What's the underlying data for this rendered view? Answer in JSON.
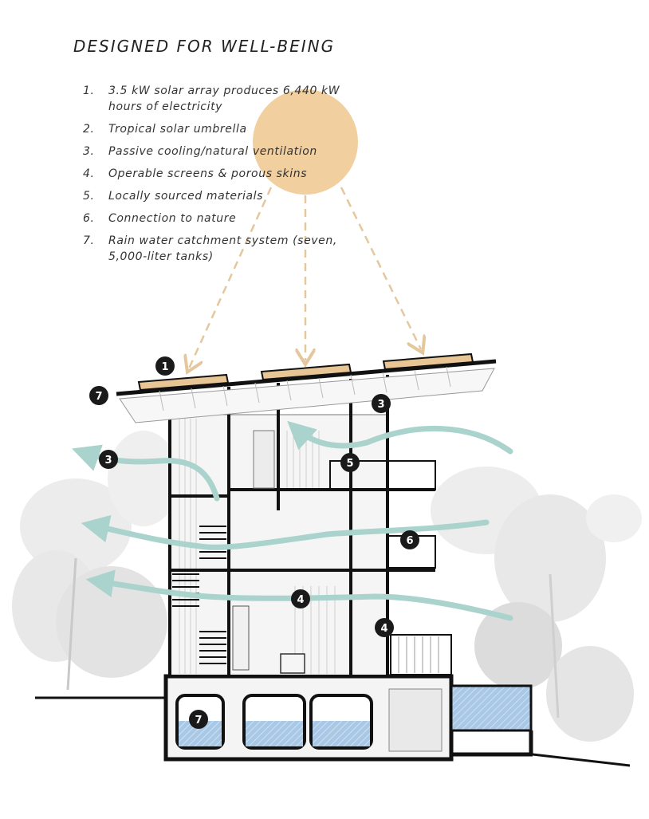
{
  "title": "DESIGNED FOR WELL-BEING",
  "legend": [
    {
      "num": "1.",
      "text": "3.5 kW solar array produces 6,440 kW hours of electricity"
    },
    {
      "num": "2.",
      "text": "Tropical solar umbrella"
    },
    {
      "num": "3.",
      "text": "Passive cooling/natural ventilation"
    },
    {
      "num": "4.",
      "text": "Operable screens & porous skins"
    },
    {
      "num": "5.",
      "text": "Locally sourced materials"
    },
    {
      "num": "6.",
      "text": "Connection to nature"
    },
    {
      "num": "7.",
      "text": "Rain water catchment system (seven, 5,000-liter tanks)"
    }
  ],
  "callouts": [
    "1",
    "7",
    "3",
    "3",
    "5",
    "6",
    "4",
    "4",
    "7"
  ],
  "colors": {
    "sun": "#f1cf9f",
    "solar_panel": "#e7c595",
    "airflow": "#a9d3cc",
    "water": "#a8c8e6",
    "structure": "#111111",
    "foliage": "#e4e4e4"
  }
}
